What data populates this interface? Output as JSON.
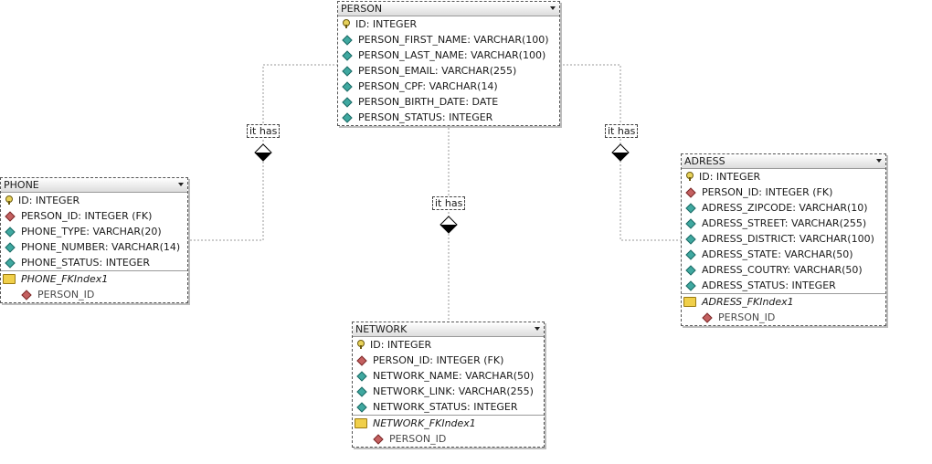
{
  "relationship_label": "it has",
  "person": {
    "title": "PERSON",
    "fields": [
      {
        "text": "ID: INTEGER",
        "kind": "key"
      },
      {
        "text": "PERSON_FIRST_NAME: VARCHAR(100)",
        "kind": "attr"
      },
      {
        "text": "PERSON_LAST_NAME: VARCHAR(100)",
        "kind": "attr"
      },
      {
        "text": "PERSON_EMAIL: VARCHAR(255)",
        "kind": "attr"
      },
      {
        "text": "PERSON_CPF: VARCHAR(14)",
        "kind": "attr"
      },
      {
        "text": "PERSON_BIRTH_DATE: DATE",
        "kind": "attr"
      },
      {
        "text": "PERSON_STATUS: INTEGER",
        "kind": "attr"
      }
    ]
  },
  "phone": {
    "title": "PHONE",
    "fields": [
      {
        "text": "ID: INTEGER",
        "kind": "key"
      },
      {
        "text": "PERSON_ID: INTEGER (FK)",
        "kind": "fk"
      },
      {
        "text": "PHONE_TYPE: VARCHAR(20)",
        "kind": "attr"
      },
      {
        "text": "PHONE_NUMBER: VARCHAR(14)",
        "kind": "attr"
      },
      {
        "text": "PHONE_STATUS: INTEGER",
        "kind": "attr"
      }
    ],
    "index_name": "PHONE_FKIndex1",
    "index_column": "PERSON_ID"
  },
  "network": {
    "title": "NETWORK",
    "fields": [
      {
        "text": "ID: INTEGER",
        "kind": "key"
      },
      {
        "text": "PERSON_ID: INTEGER (FK)",
        "kind": "fk"
      },
      {
        "text": "NETWORK_NAME: VARCHAR(50)",
        "kind": "attr"
      },
      {
        "text": "NETWORK_LINK: VARCHAR(255)",
        "kind": "attr"
      },
      {
        "text": "NETWORK_STATUS: INTEGER",
        "kind": "attr"
      }
    ],
    "index_name": "NETWORK_FKIndex1",
    "index_column": "PERSON_ID"
  },
  "adress": {
    "title": "ADRESS",
    "fields": [
      {
        "text": "ID: INTEGER",
        "kind": "key"
      },
      {
        "text": "PERSON_ID: INTEGER (FK)",
        "kind": "fk"
      },
      {
        "text": "ADRESS_ZIPCODE: VARCHAR(10)",
        "kind": "attr"
      },
      {
        "text": "ADRESS_STREET: VARCHAR(255)",
        "kind": "attr"
      },
      {
        "text": "ADRESS_DISTRICT: VARCHAR(100)",
        "kind": "attr"
      },
      {
        "text": "ADRESS_STATE: VARCHAR(50)",
        "kind": "attr"
      },
      {
        "text": "ADRESS_COUTRY: VARCHAR(50)",
        "kind": "attr"
      },
      {
        "text": "ADRESS_STATUS: INTEGER",
        "kind": "attr"
      }
    ],
    "index_name": "ADRESS_FKIndex1",
    "index_column": "PERSON_ID"
  },
  "icons": {
    "key": "primary-key-icon",
    "attr": "attribute-diamond-icon",
    "fk": "foreign-key-diamond-icon",
    "index": "index-folder-icon",
    "relationship": "relationship-diamond-icon"
  },
  "colors": {
    "attr_diamond": "#3fa8a0",
    "fk_diamond": "#c46060",
    "key": "#e8d25a",
    "index_folder": "#f0cf4a",
    "connector": "#999999"
  }
}
